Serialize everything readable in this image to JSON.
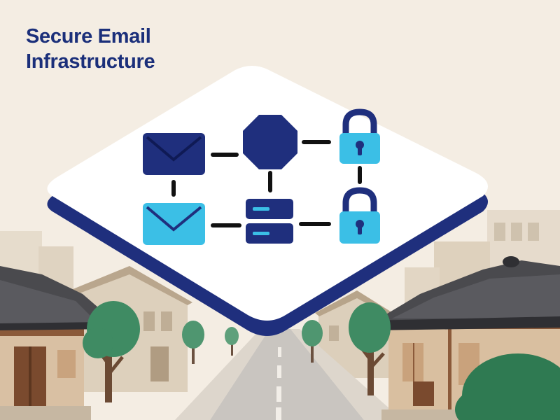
{
  "title": {
    "line1": "Secure Email",
    "line2": "Infrastructure"
  },
  "colors": {
    "navy": "#1f2f7d",
    "cyan": "#3bbfe6",
    "background": "#f4ede3",
    "tree_green": "#3f8b63"
  },
  "diagram": {
    "nodes": [
      {
        "id": "email-primary",
        "icon": "envelope-icon",
        "color": "navy"
      },
      {
        "id": "gateway",
        "icon": "octagon-icon",
        "color": "navy"
      },
      {
        "id": "lock-top",
        "icon": "padlock-icon",
        "color": "cyan"
      },
      {
        "id": "email-secondary",
        "icon": "envelope-icon",
        "color": "cyan"
      },
      {
        "id": "server",
        "icon": "server-icon",
        "color": "navy"
      },
      {
        "id": "lock-bottom",
        "icon": "padlock-icon",
        "color": "cyan"
      }
    ],
    "edges": [
      [
        "email-primary",
        "gateway"
      ],
      [
        "gateway",
        "lock-top"
      ],
      [
        "email-primary",
        "email-secondary"
      ],
      [
        "gateway",
        "server"
      ],
      [
        "lock-top",
        "lock-bottom"
      ],
      [
        "email-secondary",
        "server"
      ],
      [
        "server",
        "lock-bottom"
      ]
    ]
  }
}
